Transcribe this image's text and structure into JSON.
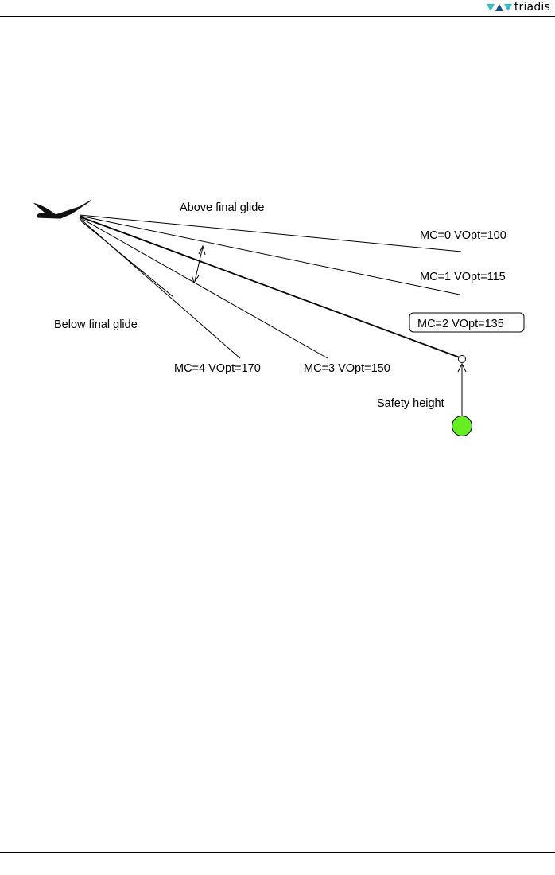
{
  "header": {
    "brand": "triadis"
  },
  "diagram": {
    "region_labels": {
      "above": "Above final glide",
      "below": "Below final glide"
    },
    "lines": [
      {
        "id": "mc0",
        "label": "MC=0 VOpt=100",
        "highlighted": false
      },
      {
        "id": "mc1",
        "label": "MC=1 VOpt=115",
        "highlighted": false
      },
      {
        "id": "mc2",
        "label": "MC=2 VOpt=135",
        "highlighted": true
      },
      {
        "id": "mc3",
        "label": "MC=3 VOpt=150",
        "highlighted": false
      },
      {
        "id": "mc4",
        "label": "MC=4 VOpt=170",
        "highlighted": false
      }
    ],
    "safety_label": "Safety height",
    "goal_color": "#66ee22"
  }
}
